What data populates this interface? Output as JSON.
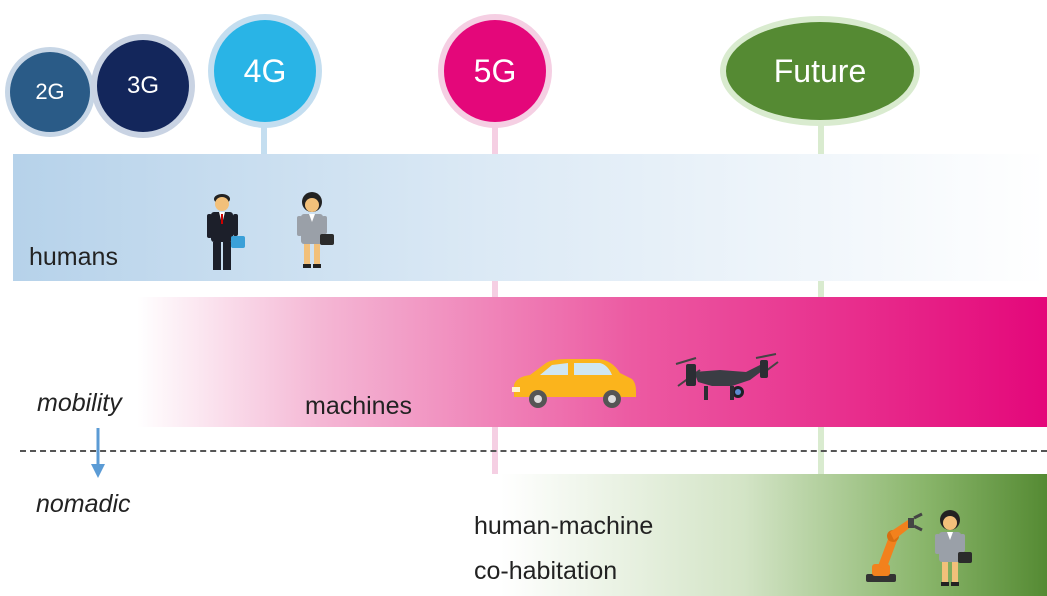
{
  "generations": [
    {
      "label": "2G",
      "color": "#2a5b87",
      "ring": "#c7d6e6"
    },
    {
      "label": "3G",
      "color": "#13265b",
      "ring": "#c9d3e3"
    },
    {
      "label": "4G",
      "color": "#29b4e6",
      "ring": "#c4def0"
    },
    {
      "label": "5G",
      "color": "#e4077a",
      "ring": "#f5cfe3"
    },
    {
      "label": "Future",
      "color": "#558a33",
      "ring": "#d9ebcf"
    }
  ],
  "bands": {
    "humans": {
      "label": "humans",
      "color_start": "#b6d2ea",
      "color_end": "#ffffff"
    },
    "machines": {
      "label": "machines",
      "color_start": "#ffffff",
      "color_end": "#e4077a"
    },
    "cohabitation": {
      "label_line1": "human-machine",
      "label_line2": "co-habitation",
      "color_start": "#ffffff",
      "color_end": "#558a33"
    }
  },
  "axis": {
    "top_label": "mobility",
    "bottom_label": "nomadic",
    "arrow_color": "#5b9bd5"
  },
  "icons": [
    "businessman-icon",
    "businesswoman-icon",
    "car-icon",
    "drone-icon",
    "robot-arm-icon",
    "businesswoman-icon"
  ]
}
